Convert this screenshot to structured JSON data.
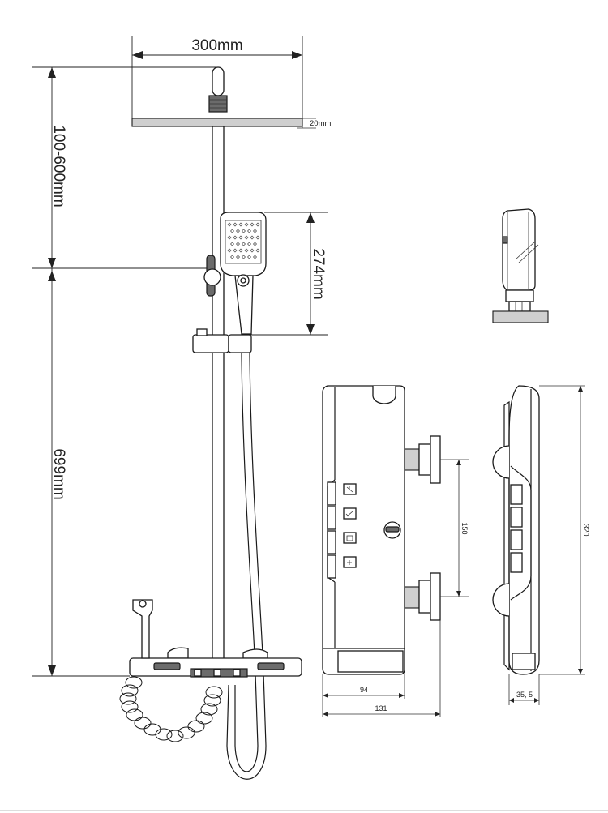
{
  "dimensions": {
    "overhead_width": "300mm",
    "overhead_thickness": "20mm",
    "arm_height": "100-600mm",
    "handheld_height": "274mm",
    "rail_height": "699mm",
    "valve_spacing": "150",
    "panel_height": "320",
    "panel_inner_width": "94",
    "panel_total_width": "131",
    "panel_depth": "35, 5"
  },
  "icons": {
    "button_1": "rain-shower-icon",
    "button_2": "hand-shower-icon",
    "button_3": "massage-icon",
    "button_4": "tub-spout-icon"
  },
  "colors": {
    "line": "#1a1a1a",
    "fill_dark": "#6b6b6b",
    "fill_light": "#cfcfcf",
    "background": "#ffffff"
  }
}
